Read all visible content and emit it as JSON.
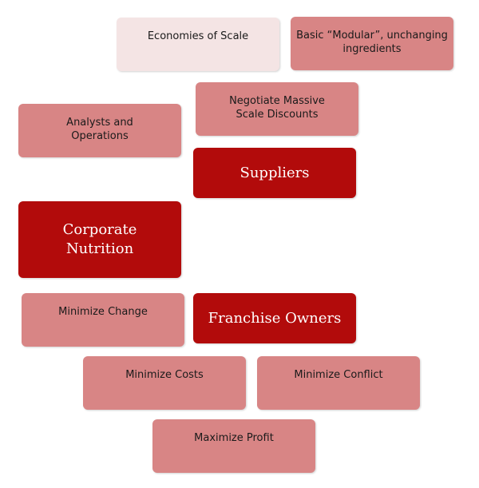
{
  "diagram": {
    "nodes": {
      "economies_of_scale": "Economies of Scale",
      "basic_modular": "Basic “Modular”, unchanging\ningredients",
      "negotiate_discounts": "Negotiate Massive\nScale Discounts",
      "analysts_operations": "Analysts and\nOperations",
      "suppliers": "Suppliers",
      "corporate_nutrition": "Corporate\nNutrition",
      "minimize_change": "Minimize Change",
      "franchise_owners": "Franchise Owners",
      "minimize_costs": "Minimize Costs",
      "minimize_conflict": "Minimize Conflict",
      "maximize_profit": "Maximize Profit"
    },
    "colors": {
      "primary_node": "#b20b0b",
      "secondary_node": "#d88585",
      "faded_node": "#f4e4e4"
    }
  }
}
